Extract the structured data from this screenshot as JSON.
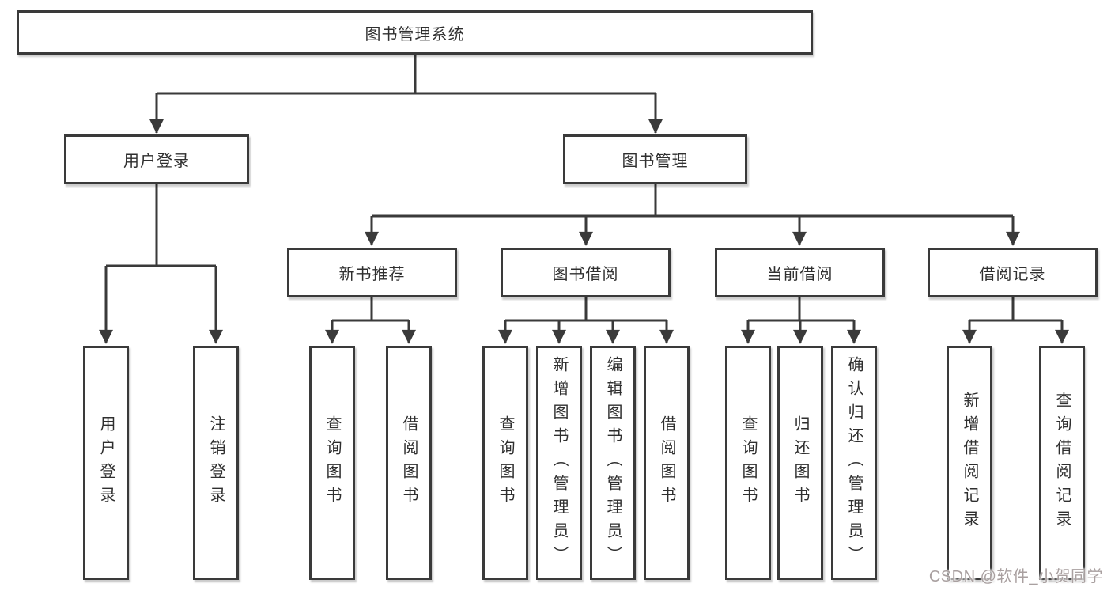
{
  "diagram": {
    "root": "图书管理系统",
    "user_login": {
      "label": "用户登录",
      "children": [
        "用户登录",
        "注销登录"
      ]
    },
    "book_management": {
      "label": "图书管理",
      "sections": [
        {
          "label": "新书推荐",
          "children": [
            "查询图书",
            "借阅图书"
          ]
        },
        {
          "label": "图书借阅",
          "children": [
            "查询图书",
            "新增图书（管理员）",
            "编辑图书（管理员）",
            "借阅图书"
          ]
        },
        {
          "label": "当前借阅",
          "children": [
            "查询图书",
            "归还图书",
            "确认归还（管理员）"
          ]
        },
        {
          "label": "借阅记录",
          "children": [
            "新增借阅记录",
            "查询借阅记录"
          ]
        }
      ]
    }
  },
  "watermark": {
    "text": "CSDN @软件_小贺同学"
  },
  "colors": {
    "line": "#3a3a3a",
    "box_border": "#3a3a3a",
    "text": "#2f2f2f",
    "bg": "#ffffff",
    "watermark": "#a9a0a0"
  }
}
